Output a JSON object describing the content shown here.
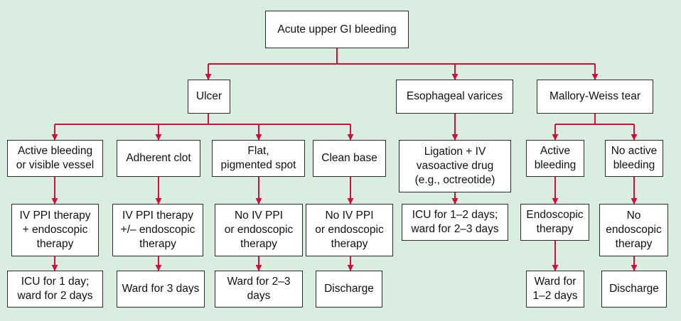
{
  "colors": {
    "background": "#d9ede1",
    "connector": "#d0103a",
    "box_border": "#2b2b2b",
    "box_fill": "#ffffff"
  },
  "nodes": {
    "root": "Acute upper GI bleeding",
    "ulcer": "Ulcer",
    "varices": "Esophageal varices",
    "mallory": "Mallory-Weiss tear",
    "active_bleeding": "Active bleeding\nor visible vessel",
    "adherent_clot": "Adherent clot",
    "flat_spot": "Flat,\npigmented spot",
    "clean_base": "Clean base",
    "ligation": "Ligation + IV\nvasoactive drug\n(e.g., octreotide)",
    "mw_active": "Active\nbleeding",
    "mw_no_active": "No active\nbleeding",
    "iv_ppi_endo": "IV PPI therapy\n+ endoscopic\ntherapy",
    "iv_ppi_pm": "IV PPI therapy\n+/– endoscopic\ntherapy",
    "no_ppi_1": "No IV PPI\nor endoscopic\ntherapy",
    "no_ppi_2": "No IV PPI\nor endoscopic\ntherapy",
    "icu_varices": "ICU for 1–2 days;\nward for 2–3 days",
    "endo_therapy": "Endoscopic\ntherapy",
    "no_endo": "No\nendoscopic\ntherapy",
    "icu_ulcer": "ICU for 1 day;\nward for 2 days",
    "ward_3": "Ward for 3 days",
    "ward_2_3": "Ward for 2–3\ndays",
    "discharge_1": "Discharge",
    "ward_1_2": "Ward for\n1–2 days",
    "discharge_2": "Discharge"
  }
}
